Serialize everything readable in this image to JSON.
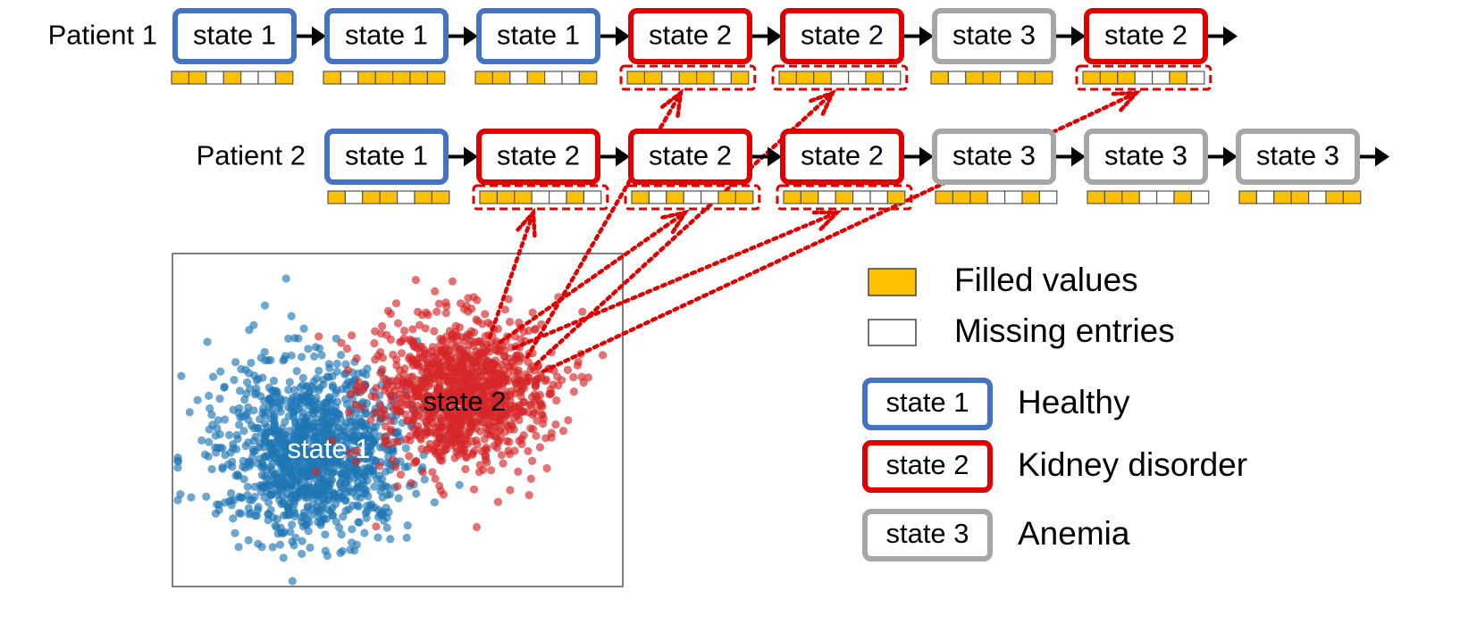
{
  "patients": [
    {
      "label": "Patient 1",
      "states": [
        {
          "text": "state 1",
          "kind": "state1",
          "highlighted": false,
          "mask": [
            1,
            1,
            0,
            1,
            0,
            0,
            1
          ]
        },
        {
          "text": "state 1",
          "kind": "state1",
          "highlighted": false,
          "mask": [
            1,
            0,
            1,
            1,
            1,
            1,
            1
          ]
        },
        {
          "text": "state 1",
          "kind": "state1",
          "highlighted": false,
          "mask": [
            1,
            1,
            0,
            1,
            0,
            0,
            1
          ]
        },
        {
          "text": "state 2",
          "kind": "state2",
          "highlighted": true,
          "mask": [
            1,
            1,
            0,
            1,
            1,
            0,
            1
          ]
        },
        {
          "text": "state 2",
          "kind": "state2",
          "highlighted": true,
          "mask": [
            1,
            1,
            1,
            0,
            0,
            1,
            0
          ]
        },
        {
          "text": "state 3",
          "kind": "state3",
          "highlighted": false,
          "mask": [
            1,
            0,
            1,
            1,
            0,
            1,
            1
          ]
        },
        {
          "text": "state 2",
          "kind": "state2",
          "highlighted": true,
          "mask": [
            1,
            1,
            1,
            0,
            0,
            1,
            0
          ]
        }
      ]
    },
    {
      "label": "Patient 2",
      "states": [
        {
          "text": "state 1",
          "kind": "state1",
          "highlighted": false,
          "mask": [
            1,
            0,
            1,
            1,
            0,
            1,
            1
          ]
        },
        {
          "text": "state 2",
          "kind": "state2",
          "highlighted": true,
          "mask": [
            1,
            1,
            1,
            0,
            0,
            1,
            0
          ]
        },
        {
          "text": "state 2",
          "kind": "state2",
          "highlighted": true,
          "mask": [
            1,
            0,
            1,
            0,
            0,
            1,
            1
          ]
        },
        {
          "text": "state 2",
          "kind": "state2",
          "highlighted": true,
          "mask": [
            1,
            1,
            0,
            1,
            0,
            0,
            1
          ]
        },
        {
          "text": "state 3",
          "kind": "state3",
          "highlighted": false,
          "mask": [
            1,
            1,
            1,
            0,
            0,
            1,
            0
          ]
        },
        {
          "text": "state 3",
          "kind": "state3",
          "highlighted": false,
          "mask": [
            1,
            1,
            1,
            0,
            0,
            1,
            0
          ]
        },
        {
          "text": "state 3",
          "kind": "state3",
          "highlighted": false,
          "mask": [
            1,
            0,
            1,
            1,
            0,
            1,
            1
          ]
        }
      ]
    }
  ],
  "scatter": {
    "clusters": [
      {
        "label": "state 1",
        "color": "#1f77b4",
        "label_color": "#ffffff"
      },
      {
        "label": "state 2",
        "color": "#d62728",
        "label_color": "#000000"
      }
    ]
  },
  "legend": {
    "filled_label": "Filled values",
    "missing_label": "Missing entries",
    "states": [
      {
        "box_text": "state 1",
        "kind": "state1",
        "meaning": "Healthy"
      },
      {
        "box_text": "state 2",
        "kind": "state2",
        "meaning": "Kidney disorder"
      },
      {
        "box_text": "state 3",
        "kind": "state3",
        "meaning": "Anemia"
      }
    ]
  },
  "colors": {
    "state1": "#4472c4",
    "state2": "#e00000",
    "state3": "#a6a6a6",
    "filled": "#ffc000",
    "link": "#e00000"
  }
}
